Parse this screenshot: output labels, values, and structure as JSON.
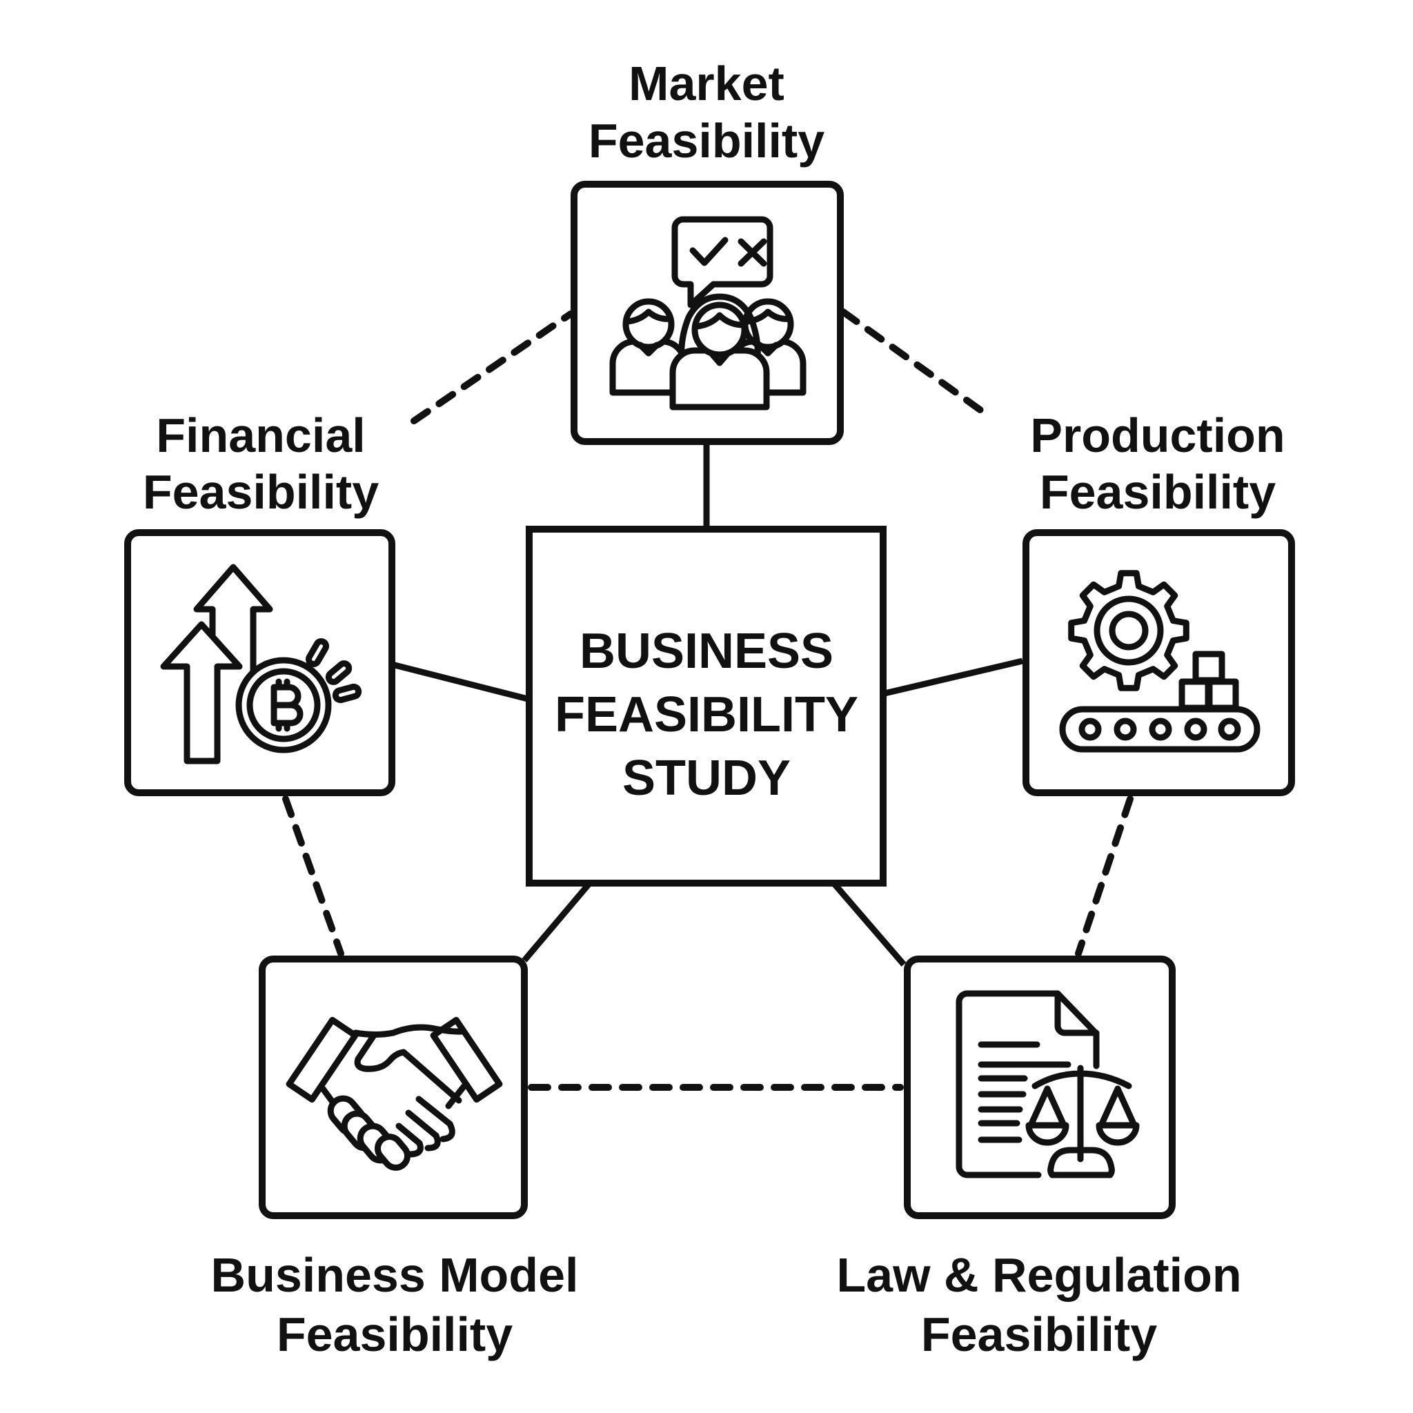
{
  "diagram": {
    "title": "Business Feasibility Study",
    "center": {
      "lines": [
        "BUSINESS",
        "FEASIBILITY",
        "STUDY"
      ]
    },
    "nodes": [
      {
        "id": "market",
        "lines": [
          "Market",
          "Feasibility"
        ],
        "icon": "people-voting-icon"
      },
      {
        "id": "financial",
        "lines": [
          "Financial",
          "Feasibility"
        ],
        "icon": "arrows-up-bitcoin-icon"
      },
      {
        "id": "production",
        "lines": [
          "Production",
          "Feasibility"
        ],
        "icon": "gear-conveyor-icon"
      },
      {
        "id": "business-model",
        "lines": [
          "Business Model",
          "Feasibility"
        ],
        "icon": "handshake-icon"
      },
      {
        "id": "law-regulation",
        "lines": [
          "Law & Regulation",
          "Feasibility"
        ],
        "icon": "document-scales-icon"
      }
    ],
    "connections": [
      {
        "from": "center",
        "to": "market",
        "style": "solid"
      },
      {
        "from": "center",
        "to": "financial",
        "style": "solid"
      },
      {
        "from": "center",
        "to": "production",
        "style": "solid"
      },
      {
        "from": "center",
        "to": "business-model",
        "style": "solid"
      },
      {
        "from": "center",
        "to": "law-regulation",
        "style": "solid"
      },
      {
        "from": "financial",
        "to": "market",
        "style": "dashed"
      },
      {
        "from": "market",
        "to": "production",
        "style": "dashed"
      },
      {
        "from": "financial",
        "to": "business-model",
        "style": "dashed"
      },
      {
        "from": "production",
        "to": "law-regulation",
        "style": "dashed"
      },
      {
        "from": "business-model",
        "to": "law-regulation",
        "style": "dashed"
      }
    ],
    "colors": {
      "stroke": "#111111",
      "background": "#ffffff"
    }
  }
}
